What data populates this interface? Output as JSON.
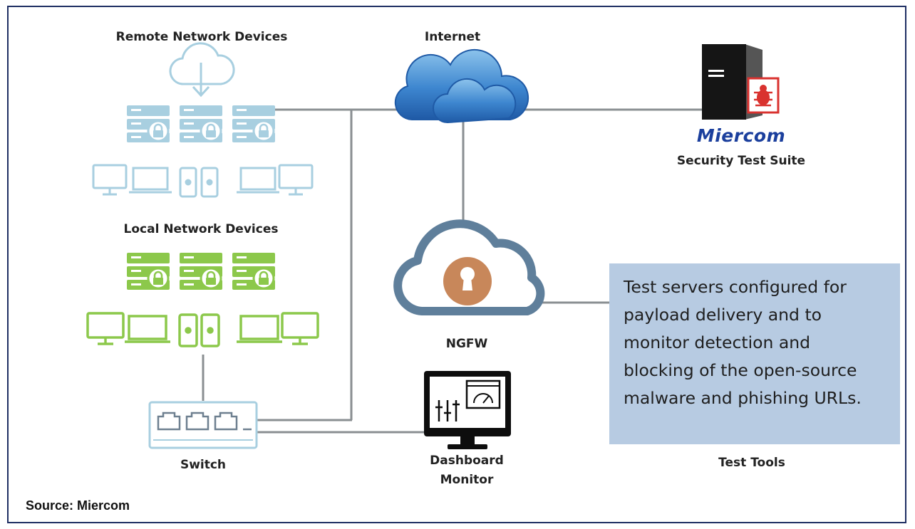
{
  "labels": {
    "remote_devices": "Remote Network Devices",
    "internet": "Internet",
    "security_suite": "Security Test Suite",
    "local_devices": "Local Network Devices",
    "ngfw": "NGFW",
    "switch": "Switch",
    "dashboard_line1": "Dashboard",
    "dashboard_line2": "Monitor",
    "test_tools": "Test Tools",
    "source": "Source:  Miercom"
  },
  "brand": "Miercom",
  "callout": {
    "lines": [
      "Test servers configured for",
      "payload delivery and to",
      "monitor detection and",
      "blocking of the open-source",
      "malware and phishing URLs."
    ]
  },
  "colors": {
    "remote_devices": "#a8cfe0",
    "local_devices": "#8cc84b",
    "connector": "#8a8f92",
    "callout_bg": "#b7cbe2",
    "frame_border": "#1f2f63",
    "ngfw_lock": "#c8875a",
    "brand": "#1b3f9d",
    "bug_badge": "#d9322f"
  },
  "icons": [
    "cloud-download-icon",
    "server-lock-icon",
    "monitor-icon",
    "laptop-icon",
    "phone-icon",
    "internet-cloud-icon",
    "server-tower-icon",
    "bug-icon",
    "ngfw-cloud-icon",
    "keyhole-lock-icon",
    "switch-icon",
    "dashboard-monitor-icon",
    "sliders-icon",
    "gauge-icon"
  ]
}
